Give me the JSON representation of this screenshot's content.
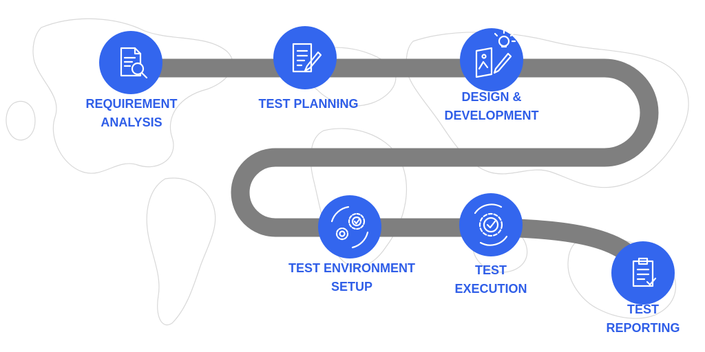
{
  "diagram": {
    "accent_color": "#3366ee",
    "road_color": "#7f7f7f",
    "stages": [
      {
        "id": "requirement-analysis",
        "icon": "document-search-icon",
        "label_lines": [
          "REQUIREMENT",
          "ANALYSIS"
        ]
      },
      {
        "id": "test-planning",
        "icon": "document-pen-icon",
        "label_lines": [
          "TEST PLANNING"
        ]
      },
      {
        "id": "design-development",
        "icon": "design-lightbulb-icon",
        "label_lines": [
          "DESIGN &",
          "DEVELOPMENT"
        ]
      },
      {
        "id": "test-environment-setup",
        "icon": "gears-cycle-icon",
        "label_lines": [
          "TEST ENVIRONMENT",
          "SETUP"
        ]
      },
      {
        "id": "test-execution",
        "icon": "gear-check-icon",
        "label_lines": [
          "TEST",
          "EXECUTION"
        ]
      },
      {
        "id": "test-reporting",
        "icon": "clipboard-check-icon",
        "label_lines": [
          "TEST",
          "REPORTING"
        ]
      }
    ]
  }
}
